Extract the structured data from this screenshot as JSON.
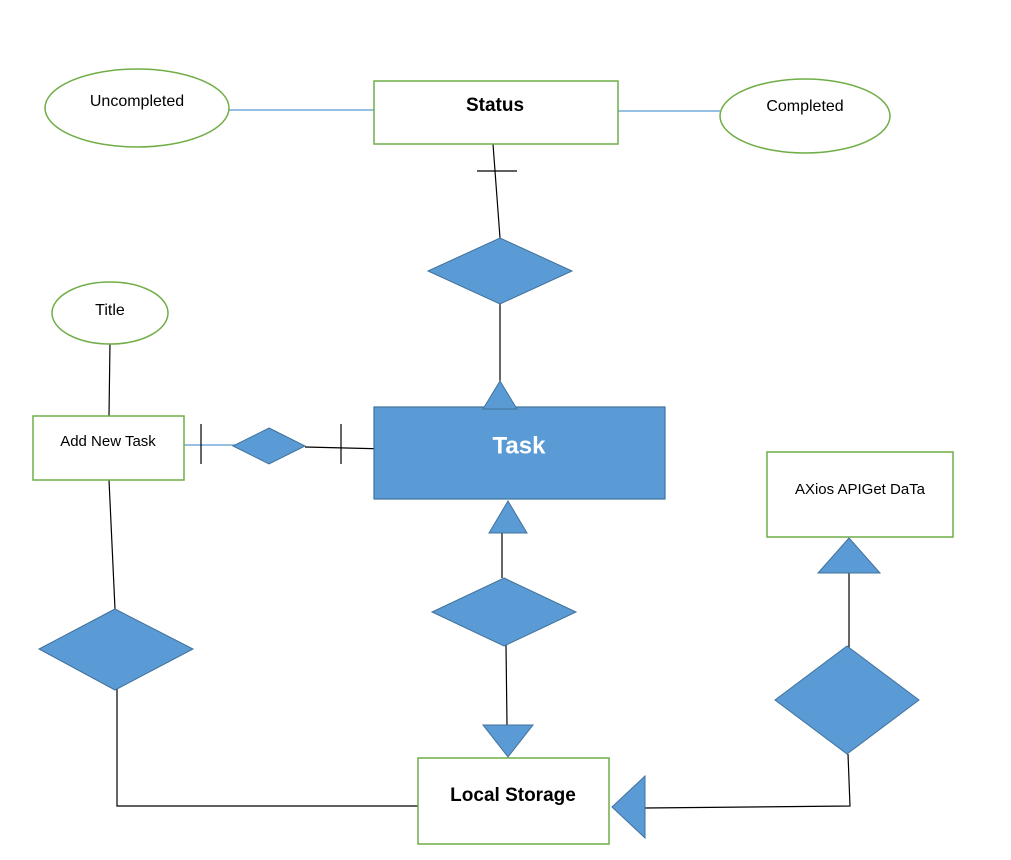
{
  "entities": {
    "status": "Status",
    "task": "Task",
    "add_new_task": "Add New Task",
    "local_storage": "Local Storage",
    "axios": "AXios APIGet DaTa"
  },
  "attributes": {
    "uncompleted": "Uncompleted",
    "completed": "Completed",
    "title": "Title"
  },
  "colors": {
    "entity_border": "#70ad47",
    "entity_fill_highlight": "#5b9bd5",
    "relationship_fill": "#5b9bd5",
    "connector_black": "#000000",
    "connector_blue": "#5b9bd5"
  }
}
